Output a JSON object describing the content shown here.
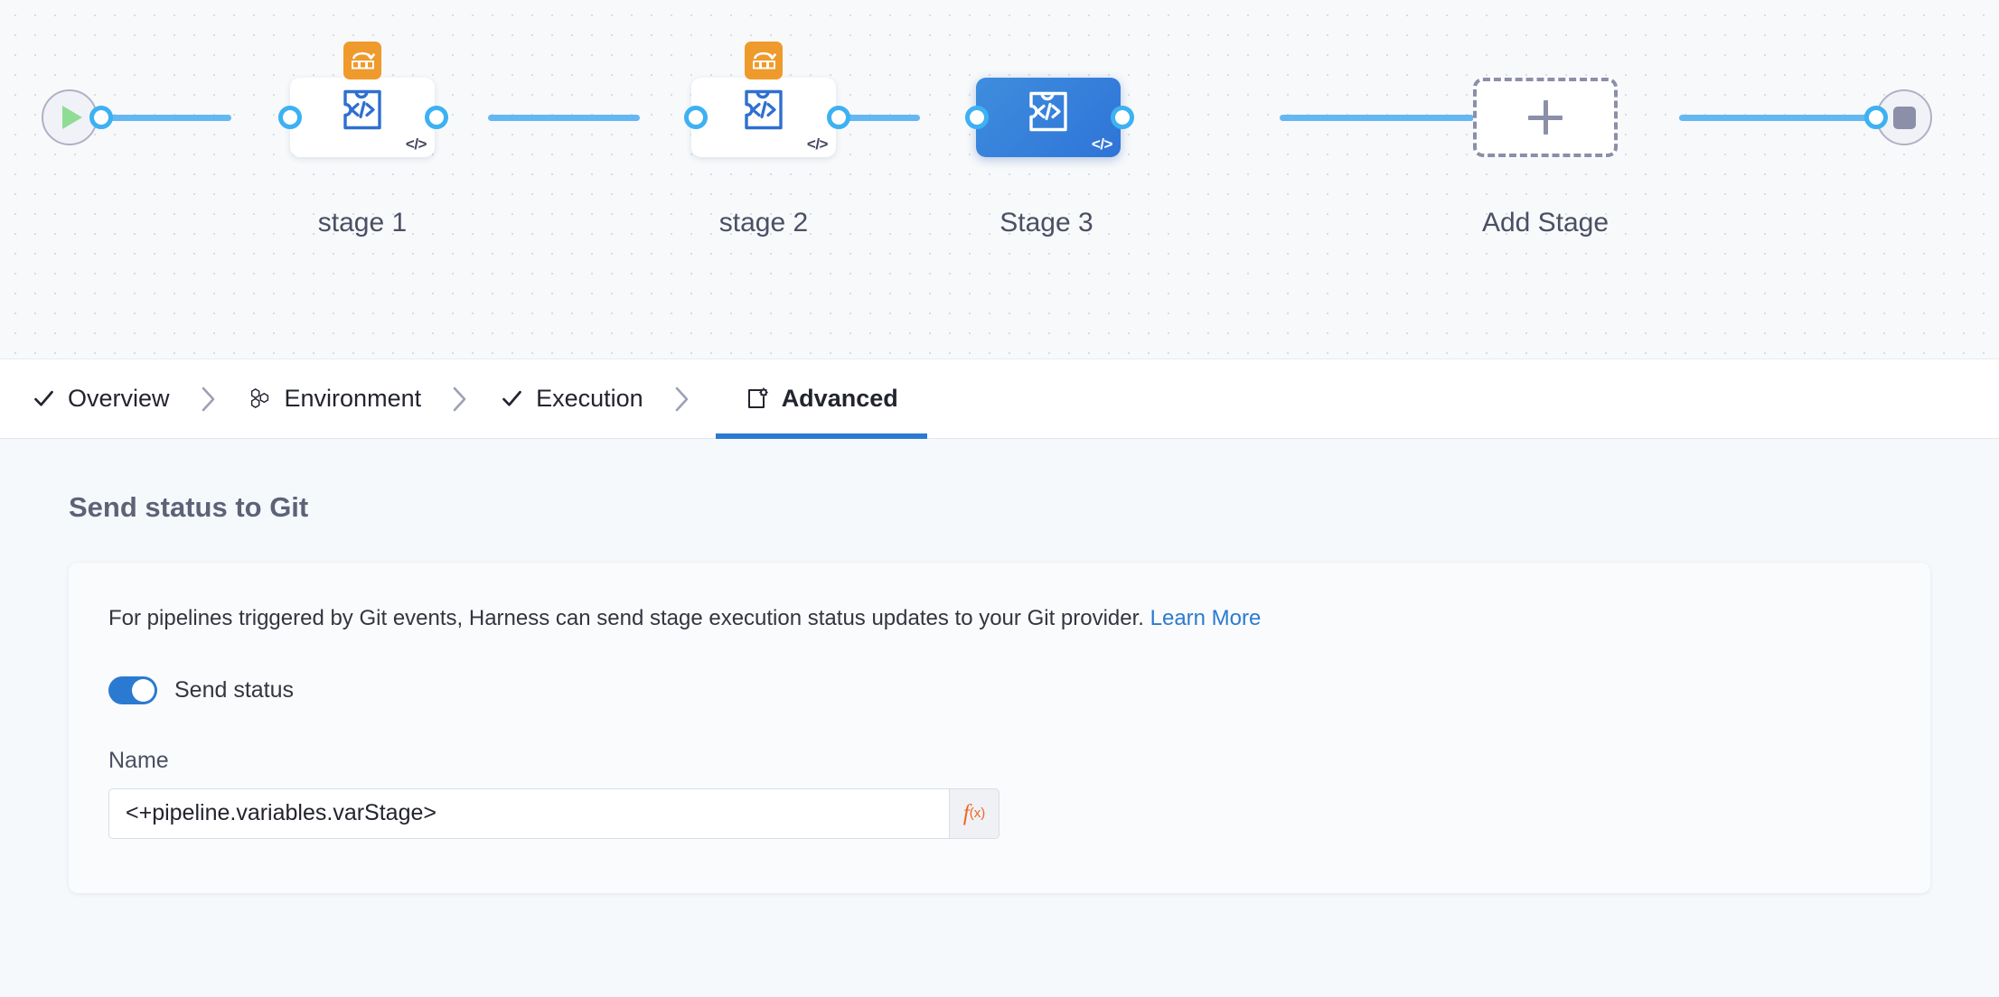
{
  "canvas": {
    "start_node": {
      "icon": "play-icon",
      "label": "Start"
    },
    "end_node": {
      "icon": "stop-square-icon",
      "label": "End"
    },
    "stages": [
      {
        "label": "stage 1",
        "selected": false,
        "has_matrix_badge": true,
        "badge_icon": "matrix-looping-icon",
        "type_icon": "cd-stage-icon",
        "code_tag": "</>"
      },
      {
        "label": "stage 2",
        "selected": false,
        "has_matrix_badge": true,
        "badge_icon": "matrix-looping-icon",
        "type_icon": "cd-stage-icon",
        "code_tag": "</>"
      },
      {
        "label": "Stage 3",
        "selected": true,
        "has_matrix_badge": false,
        "badge_icon": "",
        "type_icon": "cd-stage-icon",
        "code_tag": "</>"
      }
    ],
    "add_stage": {
      "label": "Add Stage",
      "icon": "plus-icon"
    },
    "colors": {
      "connector": "#65b7f3",
      "selected_stage": "#2f74d8",
      "matrix_badge": "#ef9a2c",
      "play": "#8fdc95"
    }
  },
  "tabs": [
    {
      "label": "Overview",
      "icon": "check-icon",
      "active": false
    },
    {
      "label": "Environment",
      "icon": "hexagons-icon",
      "active": false
    },
    {
      "label": "Execution",
      "icon": "check-icon",
      "active": false
    },
    {
      "label": "Advanced",
      "icon": "document-gear-icon",
      "active": true
    }
  ],
  "main": {
    "section_title": "Send status to Git",
    "description": "For pipelines triggered by Git events, Harness can send stage execution status updates to your Git provider.",
    "learn_more_label": "Learn More",
    "send_status_toggle": {
      "label": "Send status",
      "on": true
    },
    "name_field": {
      "label": "Name",
      "value": "<+pipeline.variables.varStage>",
      "placeholder": "",
      "expression_button": {
        "label": "f",
        "sub": "(x)",
        "color": "#f06521"
      }
    }
  }
}
